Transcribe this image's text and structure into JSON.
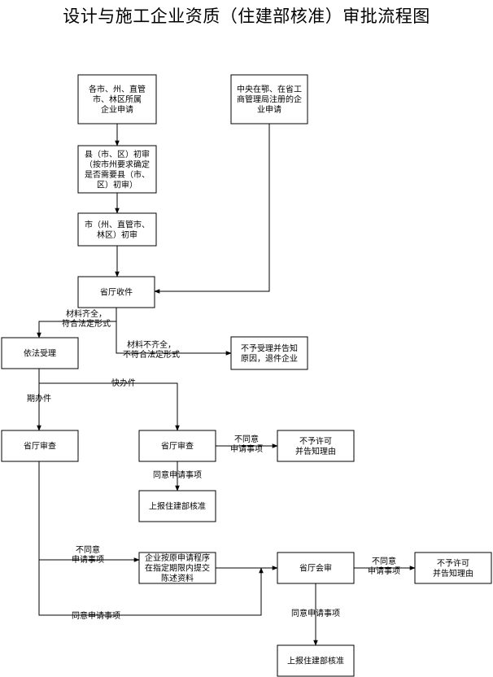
{
  "title": "设计与施工企业资质（住建部核准）审批流程图",
  "nodes": {
    "city_apply": [
      "各市、州、直管",
      "市、林区所属",
      "企业申请"
    ],
    "central_apply": [
      "中央在鄂、在省工",
      "商管理局注册的企",
      "业申请"
    ],
    "county_review": [
      "县（市、区）初审",
      "（按市州要求确定",
      "是否需要县（市、",
      "区）初审）"
    ],
    "city_review": [
      "市（州、直管市、",
      "林区）初审"
    ],
    "province_receive": [
      "省厅收件"
    ],
    "accept": [
      "依法受理"
    ],
    "reject_notice": [
      "不予受理并告知",
      "原因，退件企业"
    ],
    "review_long": [
      "省厅审查"
    ],
    "review_fast": [
      "省厅审查"
    ],
    "deny_fast": [
      "不予许可",
      "并告知理由"
    ],
    "report_fast": [
      "上报住建部核准"
    ],
    "resubmit": [
      "企业按原申请程序",
      "在指定期限内提交",
      "陈述资料"
    ],
    "joint_review": [
      "省厅会审"
    ],
    "deny_joint": [
      "不予许可",
      "并告知理由"
    ],
    "report_joint": [
      "上报住建部核准"
    ]
  },
  "edge_labels": {
    "complete": [
      "材料齐全，",
      "符合法定形式"
    ],
    "incomplete": [
      "材料不齐全，",
      "不符合法定形式"
    ],
    "fast_track": [
      "快办件"
    ],
    "long_track": [
      "期办件"
    ],
    "disagree_fast": [
      "不同意",
      "申请事项"
    ],
    "agree_fast": [
      "同意申请事项"
    ],
    "disagree_long": [
      "不同意",
      "申请事项"
    ],
    "agree_long": [
      "同意申请事项"
    ],
    "disagree_joint": [
      "不同意",
      "申请事项"
    ],
    "agree_joint": [
      "同意申请事项"
    ]
  }
}
